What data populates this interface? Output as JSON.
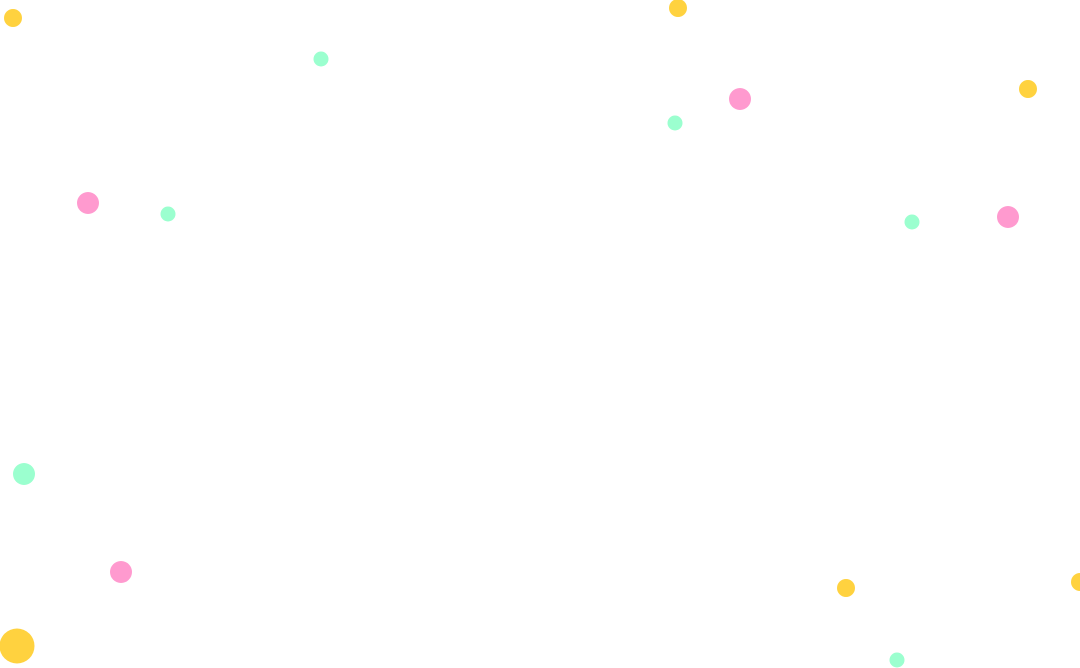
{
  "colors": {
    "background": "#ffffff",
    "yellow": "#ffd23f",
    "pink": "#ff9acf",
    "mint": "#9bffcf"
  },
  "dots": [
    {
      "id": "d1",
      "color": "yellow"
    },
    {
      "id": "d2",
      "color": "yellow"
    },
    {
      "id": "d3",
      "color": "mint"
    },
    {
      "id": "d4",
      "color": "pink"
    },
    {
      "id": "d5",
      "color": "yellow"
    },
    {
      "id": "d6",
      "color": "mint"
    },
    {
      "id": "d7",
      "color": "pink"
    },
    {
      "id": "d8",
      "color": "mint"
    },
    {
      "id": "d9",
      "color": "mint"
    },
    {
      "id": "d10",
      "color": "pink"
    },
    {
      "id": "d11",
      "color": "mint"
    },
    {
      "id": "d12",
      "color": "pink"
    },
    {
      "id": "d13",
      "color": "yellow"
    },
    {
      "id": "d14",
      "color": "yellow"
    },
    {
      "id": "d15",
      "color": "yellow"
    },
    {
      "id": "d16",
      "color": "mint"
    }
  ]
}
